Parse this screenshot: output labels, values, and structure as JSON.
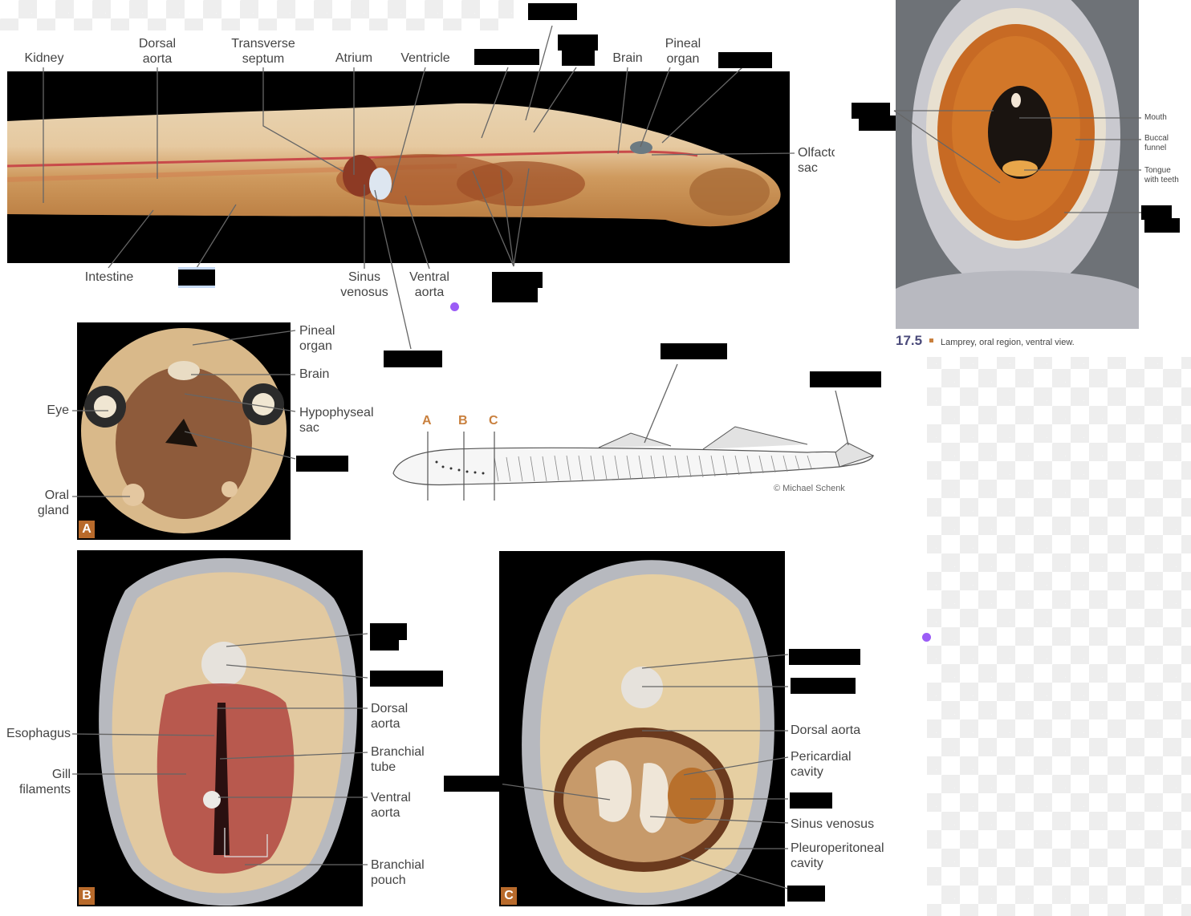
{
  "sagittal": {
    "labels": {
      "kidney": "Kidney",
      "dorsal_aorta": "Dorsal\naorta",
      "transverse_septum": "Transverse\nseptum",
      "atrium": "Atrium",
      "ventricle": "Ventricle",
      "brain": "Brain",
      "pineal_organ": "Pineal\norgan",
      "olfactory_sac": "Olfacto\nsac",
      "intestine": "Intestine",
      "sinus_venosus": "Sinus\nvenosus",
      "ventral_aorta": "Ventral\naorta"
    }
  },
  "oral": {
    "figure_number": "17.5",
    "caption": "Lamprey, oral region, ventral view.",
    "labels": {
      "mouth": "Mouth",
      "buccal_funnel": "Buccal\nfunnel",
      "tongue": "Tongue\nwith teeth"
    }
  },
  "section_a": {
    "tag": "A",
    "labels": {
      "pineal_organ": "Pineal\norgan",
      "brain": "Brain",
      "hypophyseal_sac": "Hypophyseal\nsac",
      "eye": "Eye",
      "oral_gland": "Oral\ngland"
    }
  },
  "schematic": {
    "letters": [
      "A",
      "B",
      "C"
    ],
    "credit": "© Michael Schenk"
  },
  "section_b": {
    "tag": "B",
    "labels": {
      "dorsal_aorta": "Dorsal\naorta",
      "branchial_tube": "Branchial\ntube",
      "ventral_aorta": "Ventral\naorta",
      "branchial_pouch": "Branchial\npouch",
      "esophagus": "Esophagus",
      "gill_filaments": "Gill\nfilaments"
    }
  },
  "section_c": {
    "tag": "C",
    "labels": {
      "dorsal_aorta": "Dorsal aorta",
      "pericardial_cavity": "Pericardial\ncavity",
      "sinus_venosus": "Sinus venosus",
      "pleuroperitoneal_cavity": "Pleuroperitoneal\ncavity"
    }
  },
  "colors": {
    "accent": "#b86a2b",
    "marker": "#9b5cf6",
    "redaction": "#000000"
  }
}
